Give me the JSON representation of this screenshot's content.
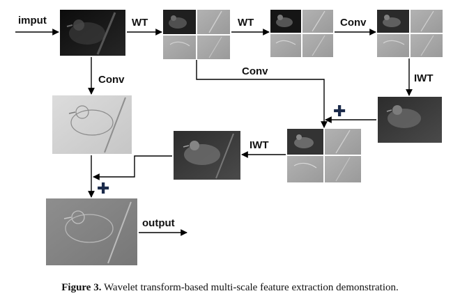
{
  "diagram": {
    "labels": {
      "input": "imput",
      "wt1": "WT",
      "wt2": "WT",
      "conv_top": "Conv",
      "conv_left": "Conv",
      "conv_mid": "Conv",
      "iwt_right": "IWT",
      "iwt_mid": "IWT",
      "output": "output",
      "plus": "✚"
    },
    "images": [
      "bird input image (dark)",
      "wavelet subbands level 1 (2x2 grid)",
      "wavelet subbands level 2 (2x2 grid)",
      "convolved subbands (2x2 grid)",
      "conv feature map (light)",
      "IWT reconstruction (dark)",
      "merged subbands (2x2 grid)",
      "IWT reconstruction level 1",
      "output feature map"
    ]
  },
  "caption": {
    "figure_label": "Figure 3.",
    "text": "Wavelet transform-based multi-scale feature extraction demonstration."
  },
  "colors": {
    "dark_image": "#1a1a1a",
    "mid_dark_image": "#3e3e3e",
    "light_image": "#d4d4d4",
    "subband_gray": "#a8a8a8",
    "plus": "#1b2a4a"
  }
}
